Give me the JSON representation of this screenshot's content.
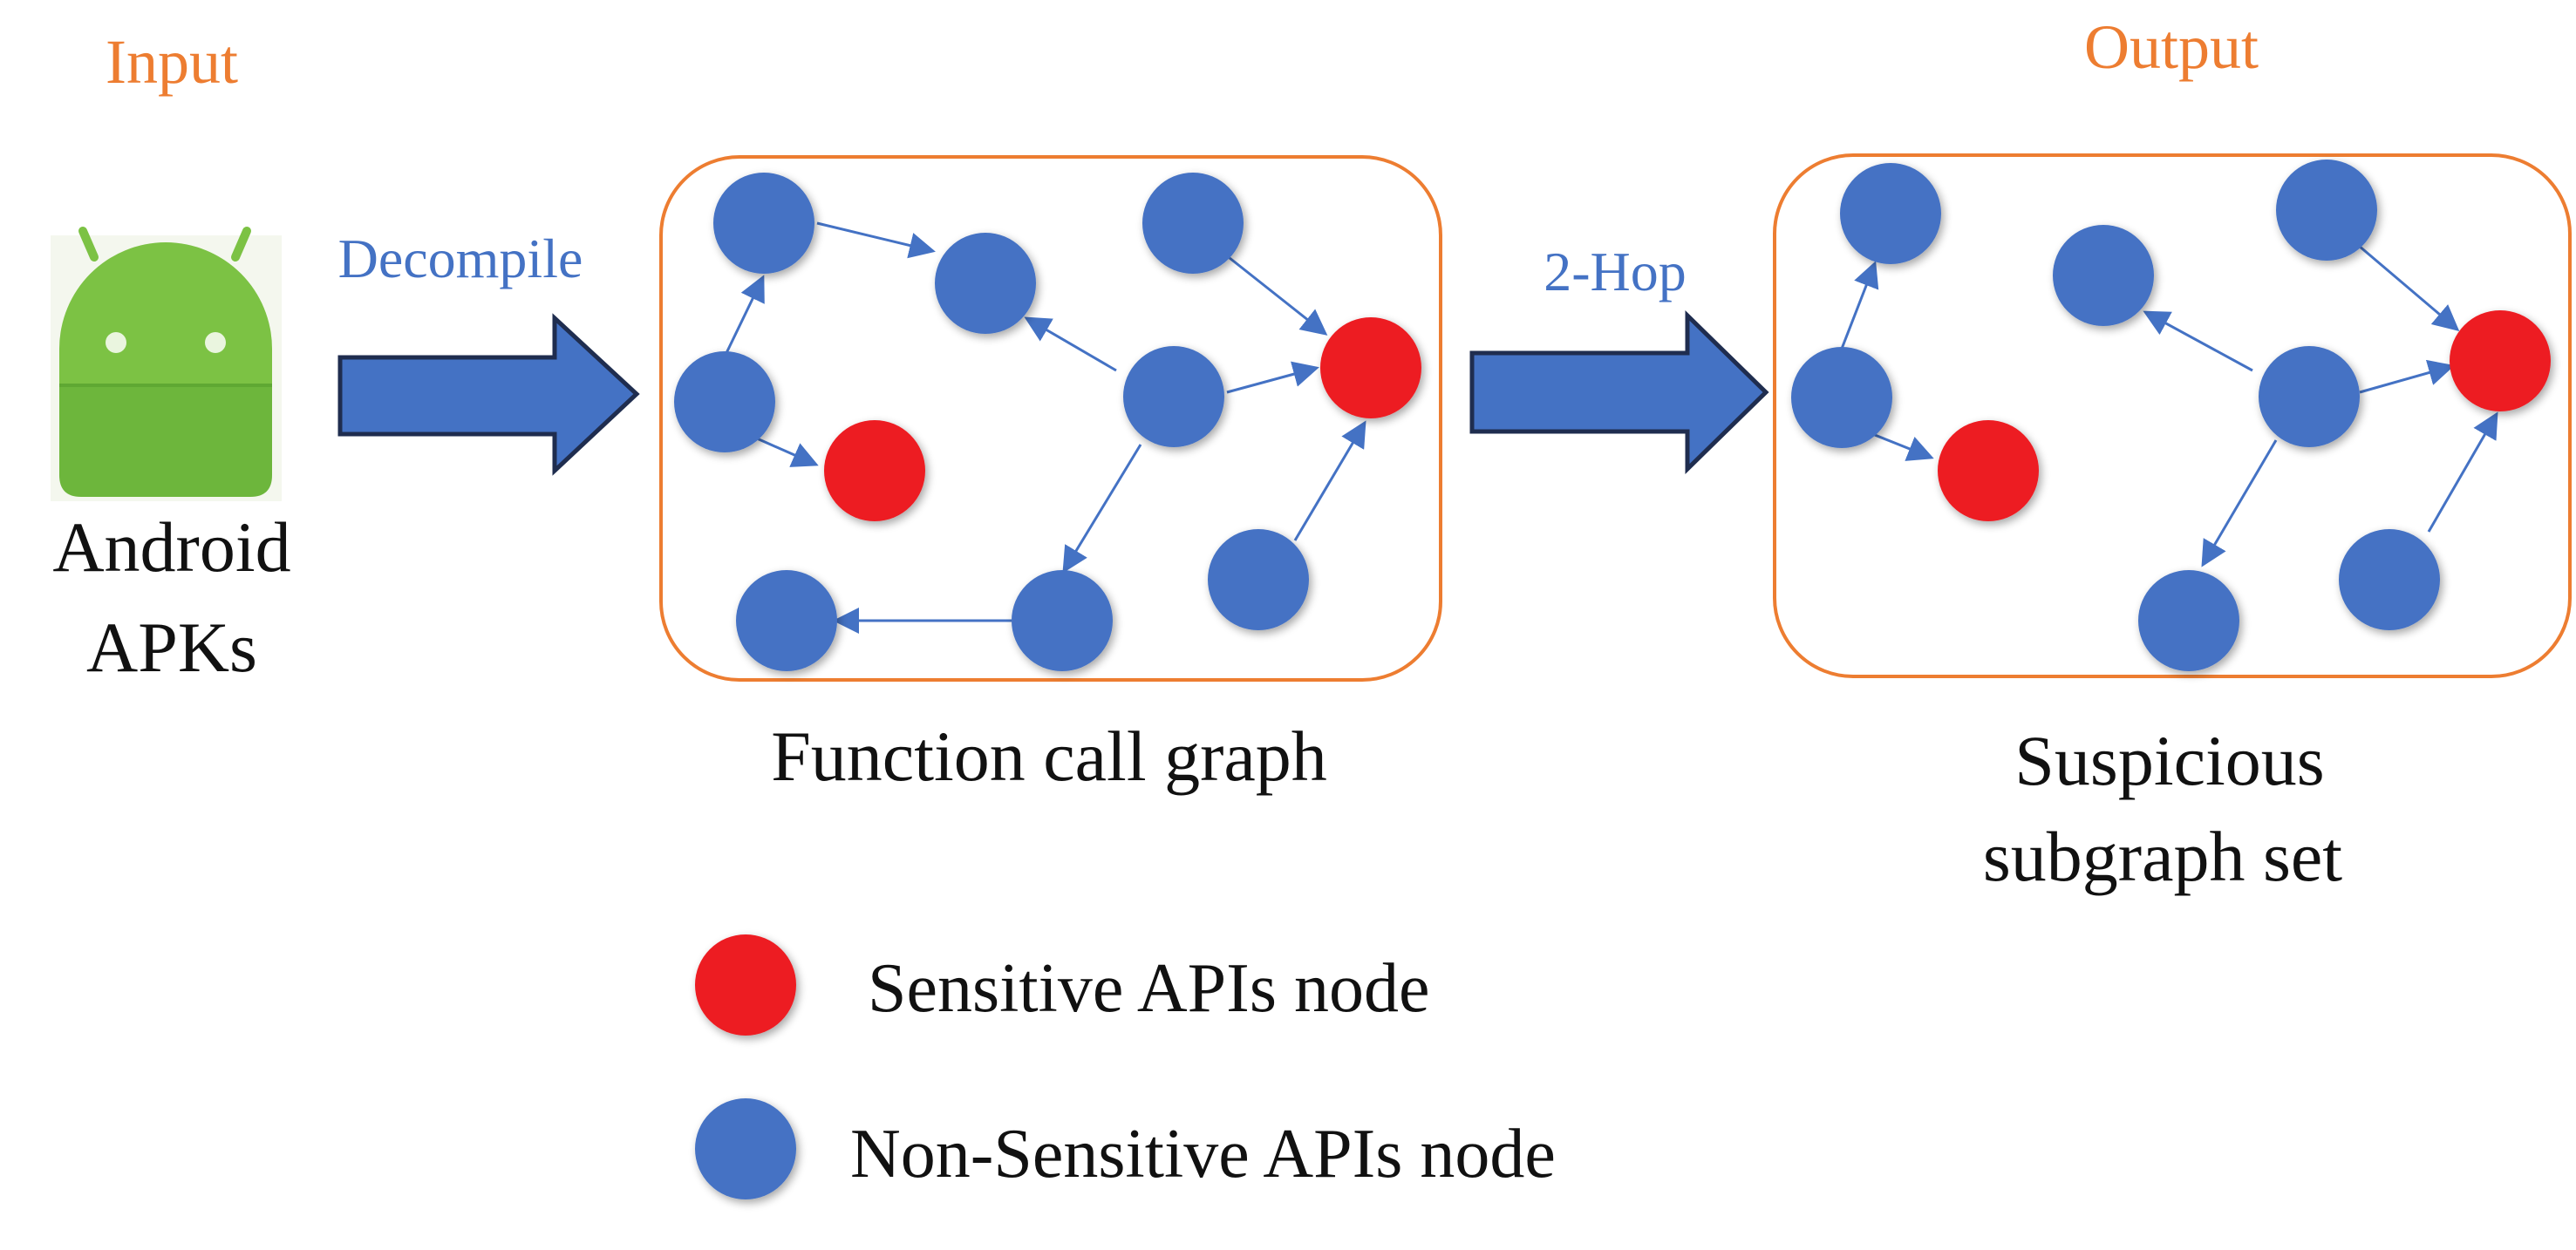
{
  "labels": {
    "input": "Input",
    "output": "Output",
    "decompile": "Decompile",
    "two_hop": "2-Hop",
    "android_line1": "Android",
    "android_line2": "APKs",
    "function_call_graph": "Function call graph",
    "suspicious_line1": "Suspicious",
    "suspicious_line2": "subgraph set"
  },
  "legend": {
    "sensitive": "Sensitive APIs node",
    "non_sensitive": "Non-Sensitive APIs node"
  },
  "colors": {
    "accent_orange": "#ED7D31",
    "label_blue": "#4472C4",
    "node_blue": "#4472C4",
    "node_red": "#ED1C24",
    "arrow_fill": "#4472C4",
    "arrow_stroke": "#1F2D4F",
    "edge_blue": "#4472C4",
    "android_green": "#7CC244",
    "android_green_dark": "#5FA833"
  },
  "icons": {
    "android": "android-robot-icon"
  }
}
